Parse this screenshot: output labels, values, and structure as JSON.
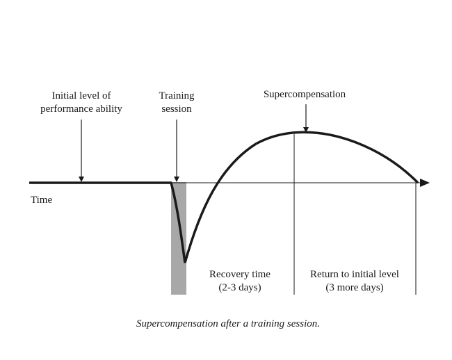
{
  "labels": {
    "initial_level_line1": "Initial level of",
    "initial_level_line2": "performance ability",
    "training_line1": "Training",
    "training_line2": "session",
    "supercompensation": "Supercompensation",
    "time": "Time",
    "recovery_line1": "Recovery time",
    "recovery_line2": "(2-3 days)",
    "return_line1": "Return to initial level",
    "return_line2": "(3 more days)"
  },
  "caption": "Supercompensation after a training session.",
  "colors": {
    "ink": "#1a1a1a",
    "shade": "#a8a8a8"
  }
}
